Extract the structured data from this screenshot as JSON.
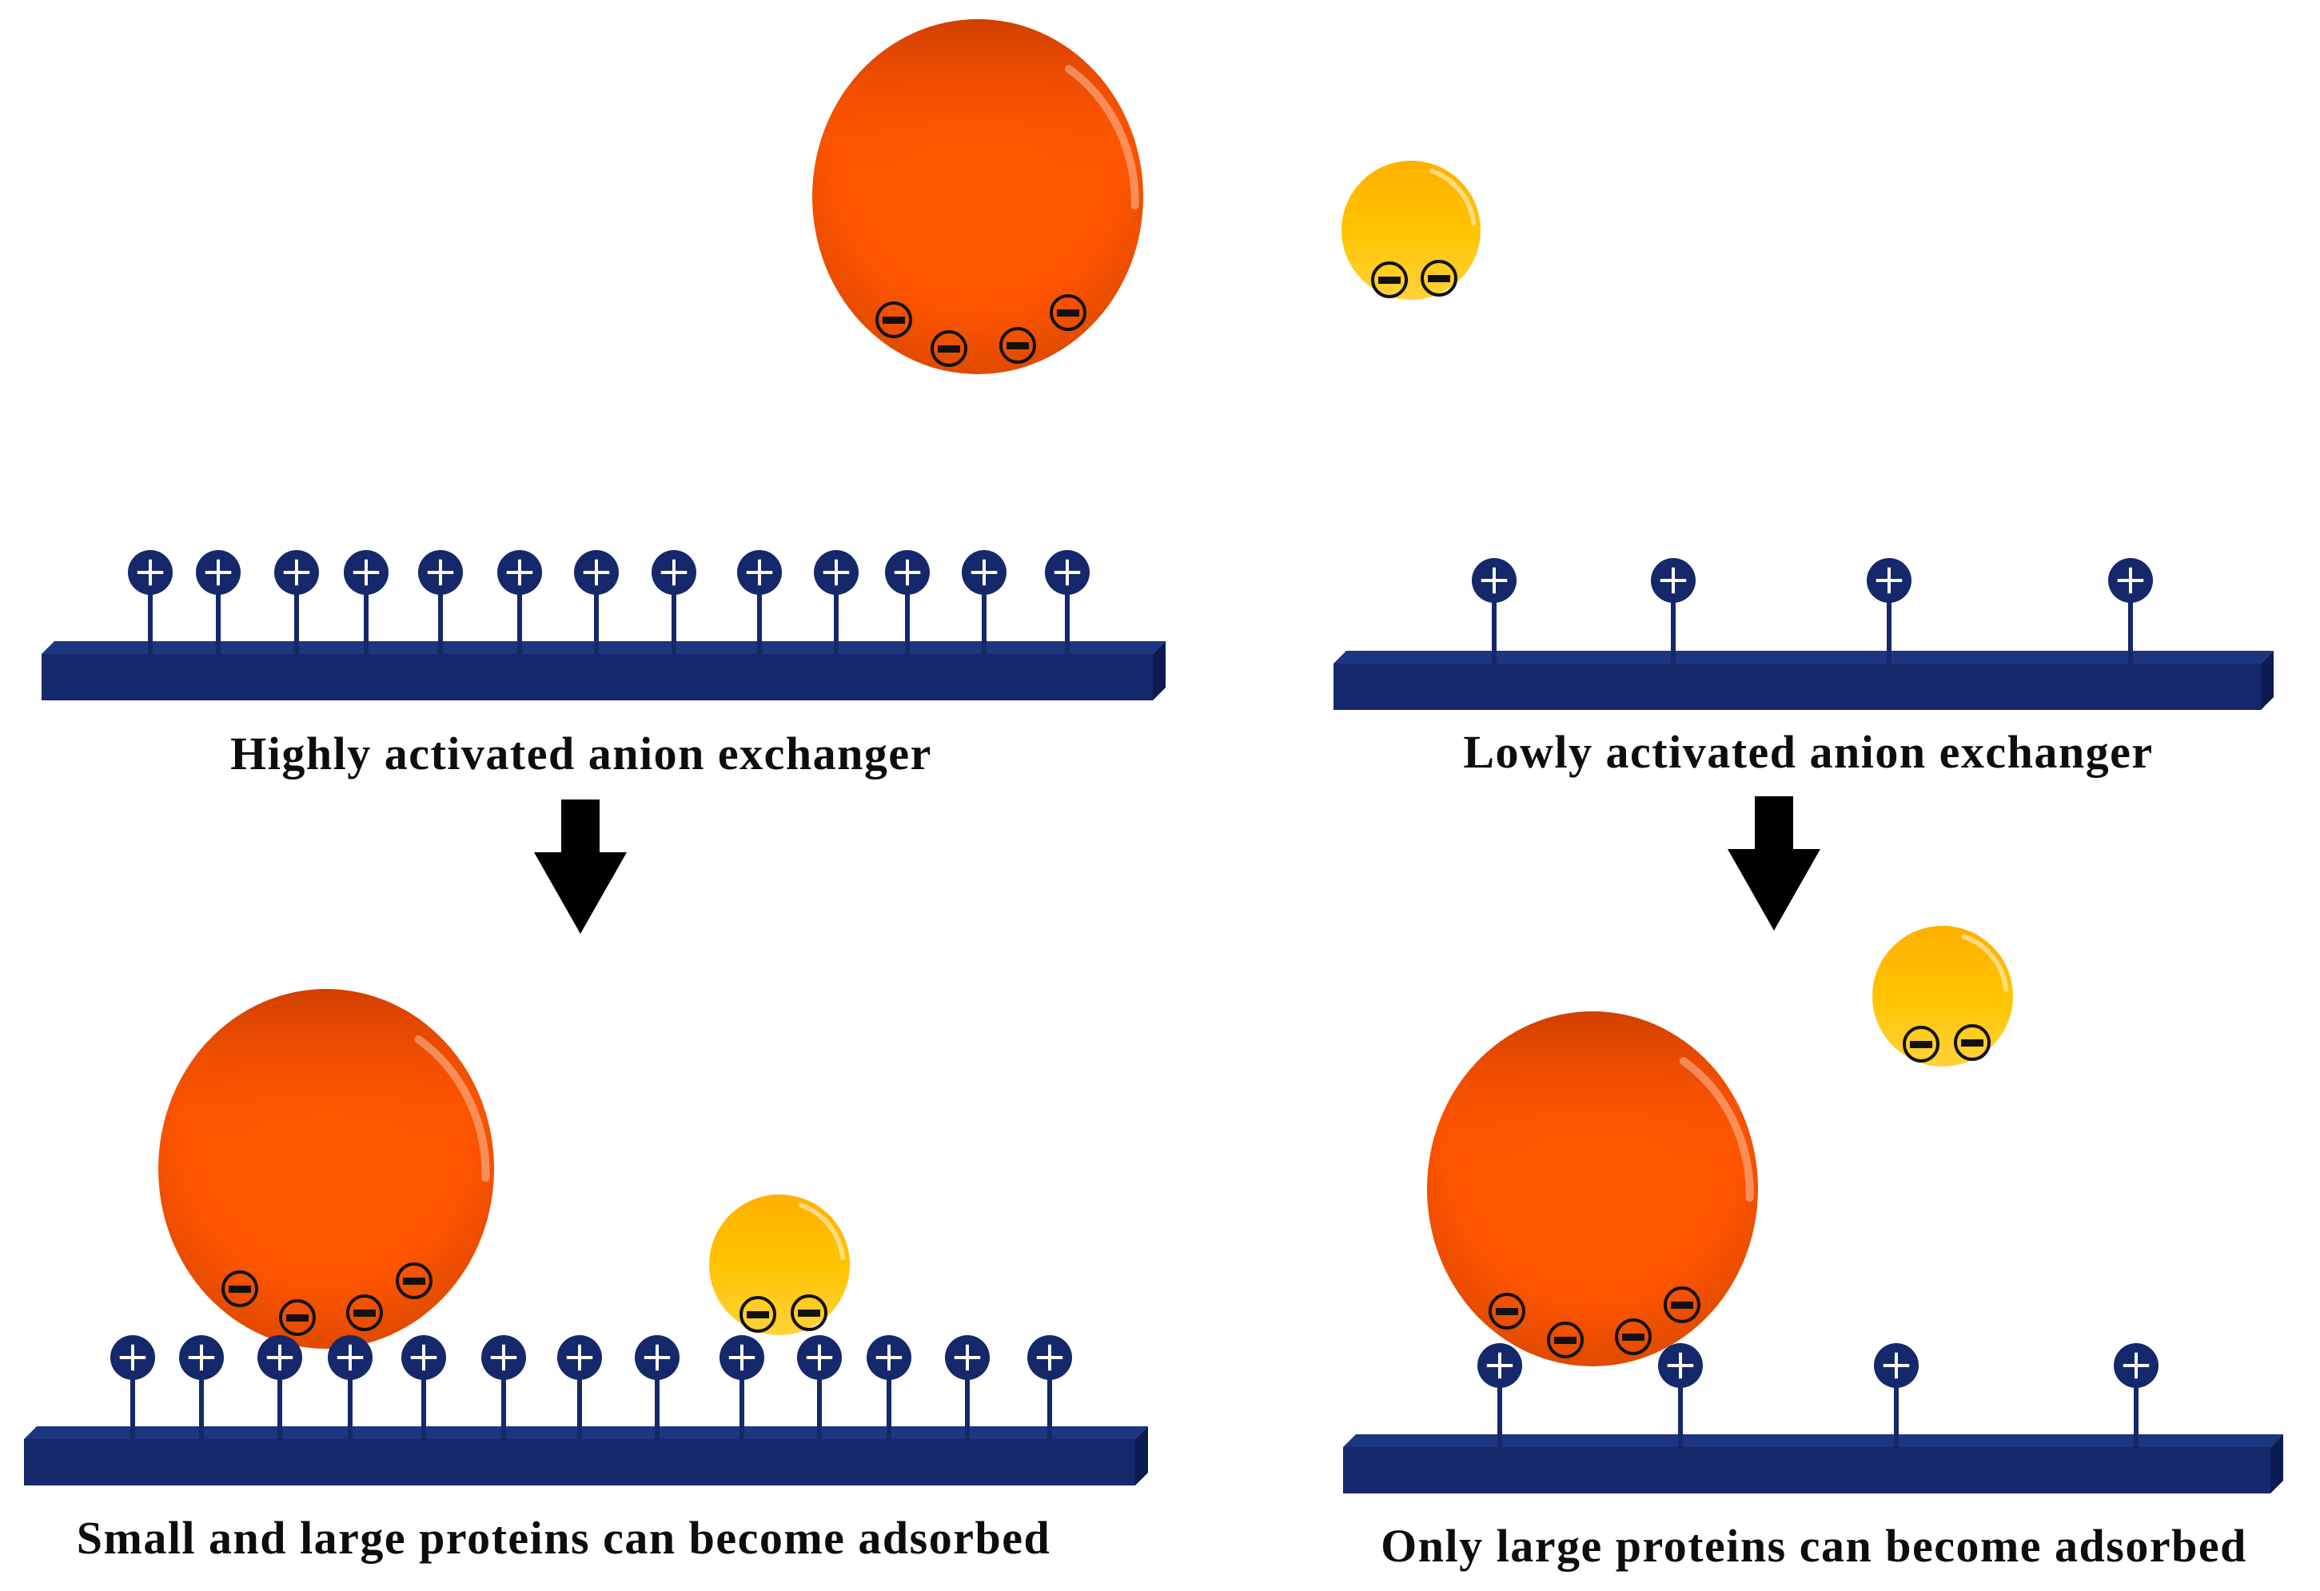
{
  "captions": {
    "top_left": "Highly activated anion exchanger",
    "top_right": "Lowly activated anion exchanger",
    "bottom_left": "Small and large proteins can  become adsorbed",
    "bottom_right": "Only large proteins can  become adsorbed"
  },
  "colors": {
    "large_protein": "#ff5500",
    "small_protein": "#ffc000",
    "exchanger": "#14286b",
    "arrow": "#000000"
  },
  "icons": {
    "positive_ligand": "plus-circle-icon",
    "negative_charge": "minus-circle-icon",
    "arrow": "down-arrow-icon"
  }
}
